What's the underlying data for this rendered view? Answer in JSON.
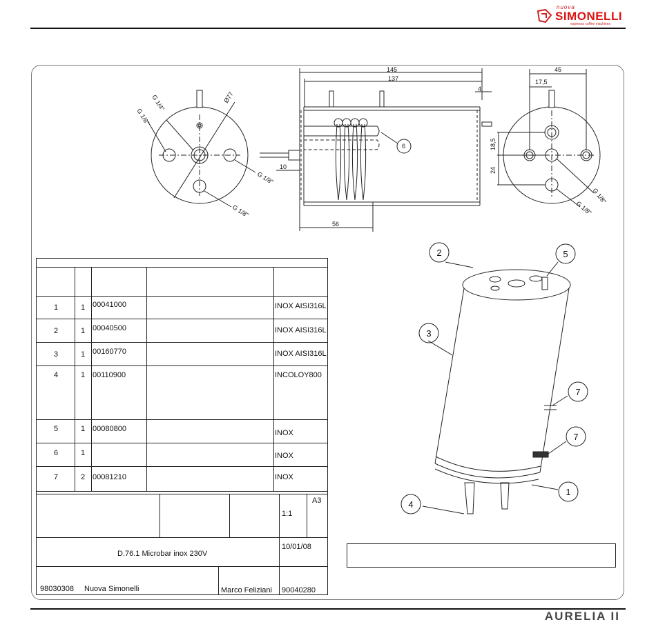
{
  "header": {
    "brand_small": "nuova",
    "brand_main": "SIMONELLI",
    "brand_tagline": "espresso coffee machines"
  },
  "drawing": {
    "left_view": {
      "labels": [
        "G 1/4\"",
        "Ø77",
        "G 1/8\"",
        "G 1/8\"",
        "G 1/8\""
      ]
    },
    "side_view": {
      "dims": [
        "145",
        "137",
        "4",
        "10",
        "56"
      ],
      "callout": "6"
    },
    "right_view": {
      "dims": [
        "45",
        "17,5",
        "18,5",
        "24"
      ],
      "labels": [
        "G 1/8\"",
        "G 1/8\""
      ]
    },
    "iso_callouts": [
      "1",
      "2",
      "3",
      "4",
      "5",
      "7",
      "7"
    ]
  },
  "bom": {
    "rows": [
      {
        "pos": "1",
        "qty": "1",
        "code": "00041000",
        "material": "INOX AISI316L"
      },
      {
        "pos": "2",
        "qty": "1",
        "code": "00040500",
        "material": "INOX AISI316L"
      },
      {
        "pos": "3",
        "qty": "1",
        "code": "00160770",
        "material": "INOX AISI316L"
      },
      {
        "pos": "4",
        "qty": "1",
        "code": "00110900",
        "material": "INCOLOY800"
      },
      {
        "pos": "5",
        "qty": "1",
        "code": "00080800",
        "material": "INOX"
      },
      {
        "pos": "6",
        "qty": "1",
        "code": "",
        "material": "INOX"
      },
      {
        "pos": "7",
        "qty": "2",
        "code": "00081210",
        "material": "INOX"
      }
    ],
    "title_block": {
      "format": "A3",
      "scale": "1:1",
      "description": "D.76.1 Microbar inox 230V",
      "date": "10/01/08",
      "doc_number": "98030308",
      "company": "Nuova Simonelli",
      "author": "Marco Feliziani",
      "part_number": "90040280"
    }
  },
  "footer": {
    "product": "AURELIA II"
  }
}
